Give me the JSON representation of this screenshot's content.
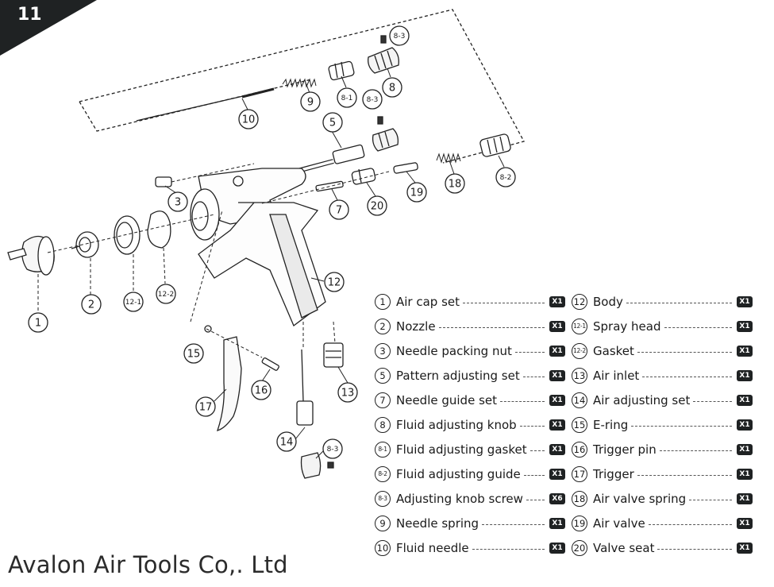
{
  "page_number": "11",
  "company": "Avalon Air Tools Co,. Ltd",
  "callouts": [
    "1",
    "2",
    "3",
    "5",
    "7",
    "8",
    "8-1",
    "8-2",
    "8-3",
    "8-3",
    "8-3",
    "9",
    "10",
    "12",
    "12-1",
    "12-2",
    "13",
    "14",
    "15",
    "16",
    "17",
    "18",
    "19",
    "20"
  ],
  "legend_left": [
    {
      "num": "1",
      "label": "Air cap set",
      "qty": "X1"
    },
    {
      "num": "2",
      "label": "Nozzle",
      "qty": "X1"
    },
    {
      "num": "3",
      "label": "Needle packing nut",
      "qty": "X1"
    },
    {
      "num": "5",
      "label": "Pattern adjusting set",
      "qty": "X1"
    },
    {
      "num": "7",
      "label": "Needle guide set",
      "qty": "X1"
    },
    {
      "num": "8",
      "label": "Fluid adjusting knob",
      "qty": "X1"
    },
    {
      "num": "8-1",
      "label": "Fluid adjusting gasket",
      "qty": "X1"
    },
    {
      "num": "8-2",
      "label": "Fluid adjusting guide",
      "qty": "X1"
    },
    {
      "num": "8-3",
      "label": "Adjusting knob screw",
      "qty": "X6"
    },
    {
      "num": "9",
      "label": "Needle spring",
      "qty": "X1"
    },
    {
      "num": "10",
      "label": "Fluid needle",
      "qty": "X1"
    }
  ],
  "legend_right": [
    {
      "num": "12",
      "label": "Body",
      "qty": "X1"
    },
    {
      "num": "12-1",
      "label": "Spray head",
      "qty": "X1"
    },
    {
      "num": "12-2",
      "label": "Gasket",
      "qty": "X1"
    },
    {
      "num": "13",
      "label": "Air inlet",
      "qty": "X1"
    },
    {
      "num": "14",
      "label": "Air adjusting set",
      "qty": "X1"
    },
    {
      "num": "15",
      "label": "E-ring",
      "qty": "X1"
    },
    {
      "num": "16",
      "label": "Trigger pin",
      "qty": "X1"
    },
    {
      "num": "17",
      "label": "Trigger",
      "qty": "X1"
    },
    {
      "num": "18",
      "label": "Air valve spring",
      "qty": "X1"
    },
    {
      "num": "19",
      "label": "Air valve",
      "qty": "X1"
    },
    {
      "num": "20",
      "label": "Valve seat",
      "qty": "X1"
    }
  ]
}
